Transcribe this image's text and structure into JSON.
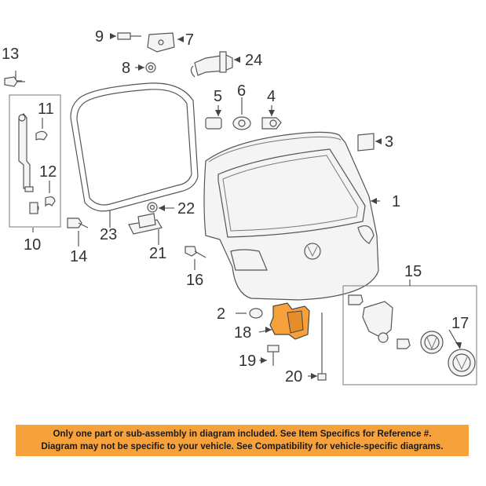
{
  "callouts": {
    "c1": "1",
    "c2": "2",
    "c3": "3",
    "c4": "4",
    "c5": "5",
    "c6": "6",
    "c7": "7",
    "c8": "8",
    "c9": "9",
    "c10": "10",
    "c11": "11",
    "c12": "12",
    "c13": "13",
    "c14": "14",
    "c15": "15",
    "c16": "16",
    "c17": "17",
    "c18": "18",
    "c19": "19",
    "c20": "20",
    "c21": "21",
    "c22": "22",
    "c23": "23",
    "c24": "24"
  },
  "notice": {
    "line1": "Only one part or sub-assembly in diagram included. See Item Specifics for Reference #.",
    "line2": "Diagram may not be specific to your vehicle. See Compatibility for vehicle-specific diagrams."
  },
  "colors": {
    "highlight_part": "#f6a13b",
    "notice_background": "#f6a13b"
  }
}
